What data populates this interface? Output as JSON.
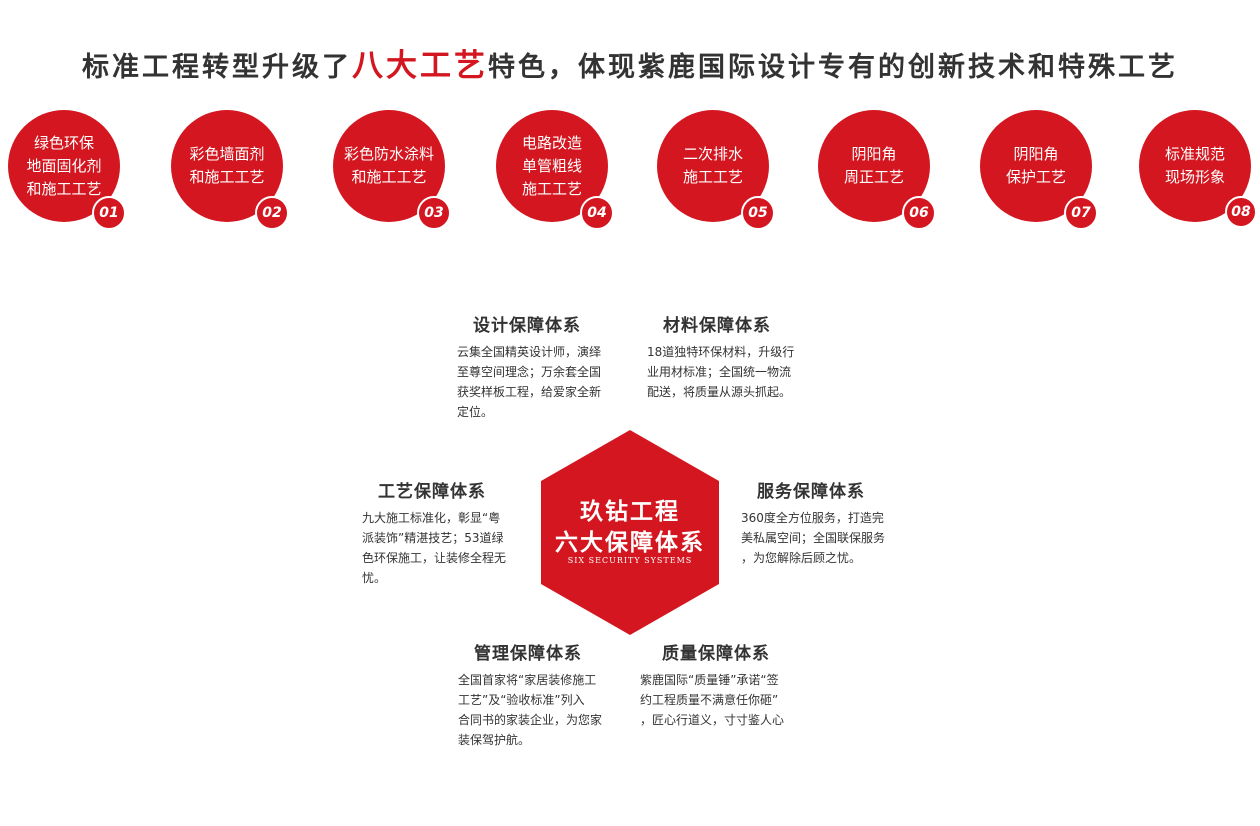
{
  "headline": {
    "before": "标准工程转型升级了",
    "highlight": "八大工艺",
    "after": "特色，体现紫鹿国际设计专有的创新技术和特殊工艺"
  },
  "crafts": [
    {
      "label": "绿色环保\n地面固化剂\n和施工工艺",
      "number": "01"
    },
    {
      "label": "彩色墙面剂\n和施工工艺",
      "number": "02"
    },
    {
      "label": "彩色防水涂料\n和施工工艺",
      "number": "03"
    },
    {
      "label": "电路改造\n单管粗线\n施工工艺",
      "number": "04"
    },
    {
      "label": "二次排水\n施工工艺",
      "number": "05"
    },
    {
      "label": "阴阳角\n周正工艺",
      "number": "06"
    },
    {
      "label": "阴阳角\n保护工艺",
      "number": "07"
    },
    {
      "label": "标准规范\n现场形象",
      "number": "08"
    }
  ],
  "center": {
    "line1": "玖钻工程",
    "line2": "六大保障体系",
    "sub": "SIX SECURITY SYSTEMS"
  },
  "systems": {
    "design": {
      "title": "设计保障体系",
      "body": "云集全国精英设计师，演绎\n至尊空间理念；万余套全国\n获奖样板工程，给爱家全新\n定位。"
    },
    "material": {
      "title": "材料保障体系",
      "body": "18道独特环保材料，升级行\n业用材标准；全国统一物流\n配送，将质量从源头抓起。"
    },
    "craft": {
      "title": "工艺保障体系",
      "body": "九大施工标准化，彰显“粤\n派装饰”精湛技艺；53道绿\n色环保施工，让装修全程无\n忧。"
    },
    "service": {
      "title": "服务保障体系",
      "body": "360度全方位服务，打造完\n美私属空间；全国联保服务\n，为您解除后顾之忧。"
    },
    "management": {
      "title": "管理保障体系",
      "body": "全国首家将“家居装修施工\n工艺”及“验收标准”列入\n合同书的家装企业，为您家\n装保驾护航。"
    },
    "quality": {
      "title": "质量保障体系",
      "body": "紫鹿国际“质量锤”承诺“签\n约工程质量不满意任你砸”\n，匠心行道义，寸寸鉴人心"
    }
  },
  "colors": {
    "accent": "#d3161f",
    "text": "#333333"
  }
}
